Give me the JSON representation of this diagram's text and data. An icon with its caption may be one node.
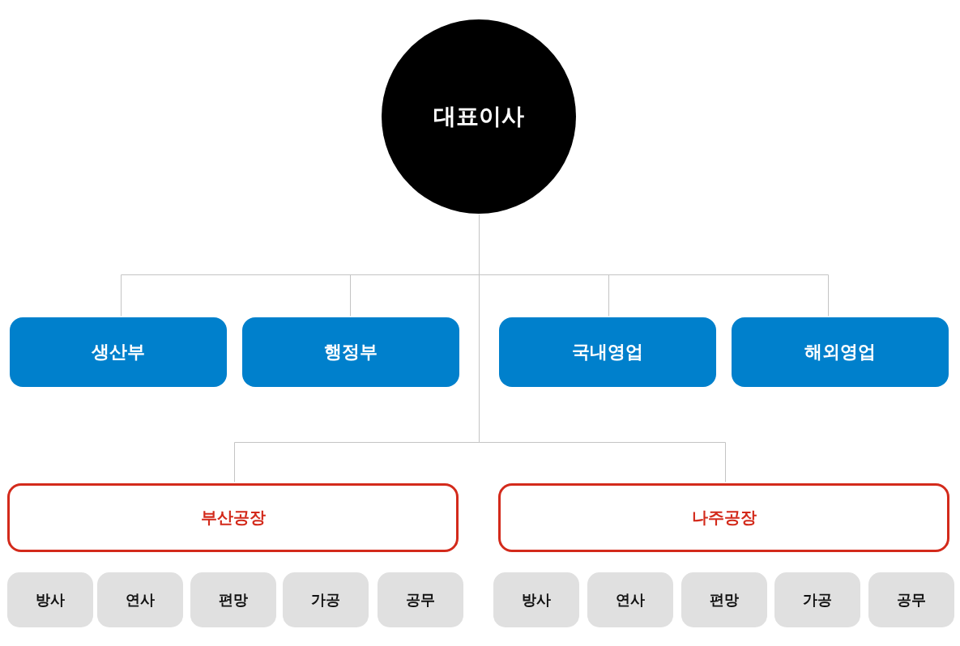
{
  "diagram": {
    "nodes": [
      {
        "text": [
          "대표이사"
        ]
      },
      {
        "text": [
          "생산부"
        ]
      },
      {
        "text": [
          "행정부"
        ]
      },
      {
        "text": [
          "국내영업"
        ]
      },
      {
        "text": [
          "해외영업"
        ]
      },
      {
        "text": [
          "부산공장"
        ]
      },
      {
        "text": [
          "나주공장"
        ]
      },
      {
        "text": [
          "방사"
        ]
      },
      {
        "text": [
          "연사"
        ]
      },
      {
        "text": [
          "편망"
        ]
      },
      {
        "text": [
          "가공"
        ]
      },
      {
        "text": [
          "공무"
        ]
      },
      {
        "text": [
          "방사"
        ]
      },
      {
        "text": [
          "연사"
        ]
      },
      {
        "text": [
          "편망"
        ]
      },
      {
        "text": [
          "가공"
        ]
      },
      {
        "text": [
          "공무"
        ]
      }
    ],
    "edges": [
      {
        "from": 0,
        "to": 1,
        "arrow": "none"
      },
      {
        "from": 0,
        "to": 2,
        "arrow": "none"
      },
      {
        "from": 0,
        "to": 3,
        "arrow": "none"
      },
      {
        "from": 0,
        "to": 4,
        "arrow": "none"
      },
      {
        "from": 0,
        "to": 5,
        "arrow": "none"
      },
      {
        "from": 0,
        "to": 6,
        "arrow": "none"
      }
    ]
  }
}
